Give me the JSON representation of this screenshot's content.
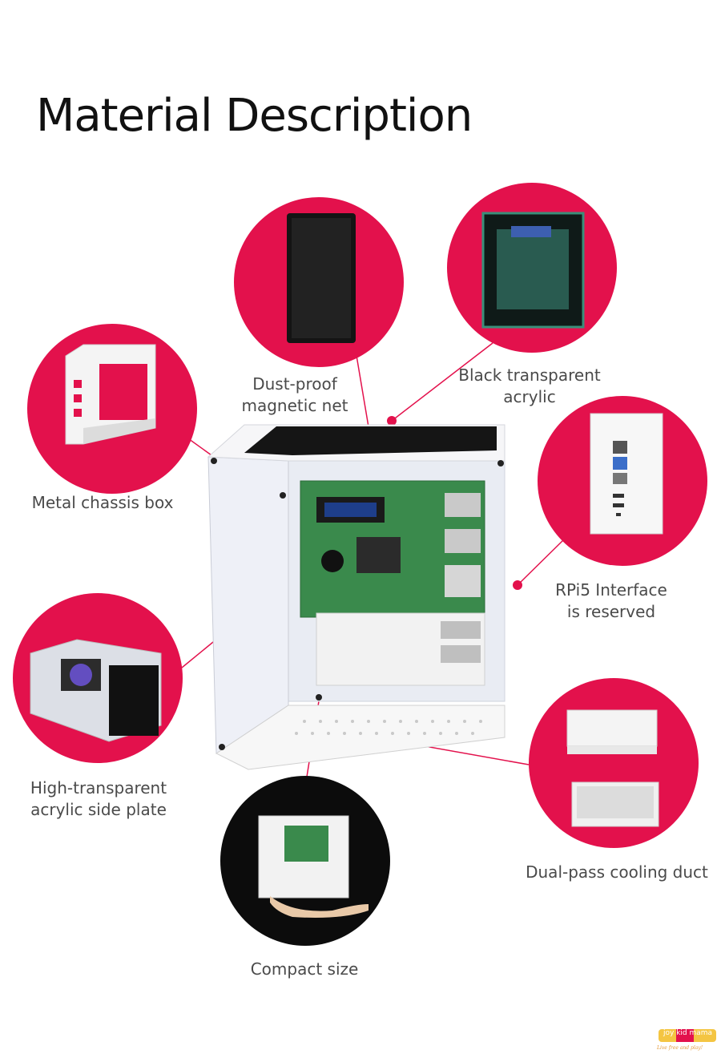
{
  "title": "Material Description",
  "colors": {
    "accent": "#e3114c",
    "text": "#4a4a4a",
    "title": "#111111"
  },
  "features": {
    "dust_net": {
      "line1": "Dust-proof",
      "line2": "magnetic net"
    },
    "acrylic_top": {
      "line1": "Black transparent",
      "line2": "acrylic"
    },
    "metal_chassis": {
      "line1": "Metal chassis box"
    },
    "interface": {
      "line1": "RPi5 Interface",
      "line2": "is reserved"
    },
    "side_plate": {
      "line1": "High-transparent",
      "line2": "acrylic side plate"
    },
    "cooling": {
      "line1": "Dual-pass cooling duct"
    },
    "compact": {
      "line1": "Compact size"
    }
  },
  "watermark": {
    "brand": "joy kid mama",
    "tagline": "Live free and play!"
  }
}
